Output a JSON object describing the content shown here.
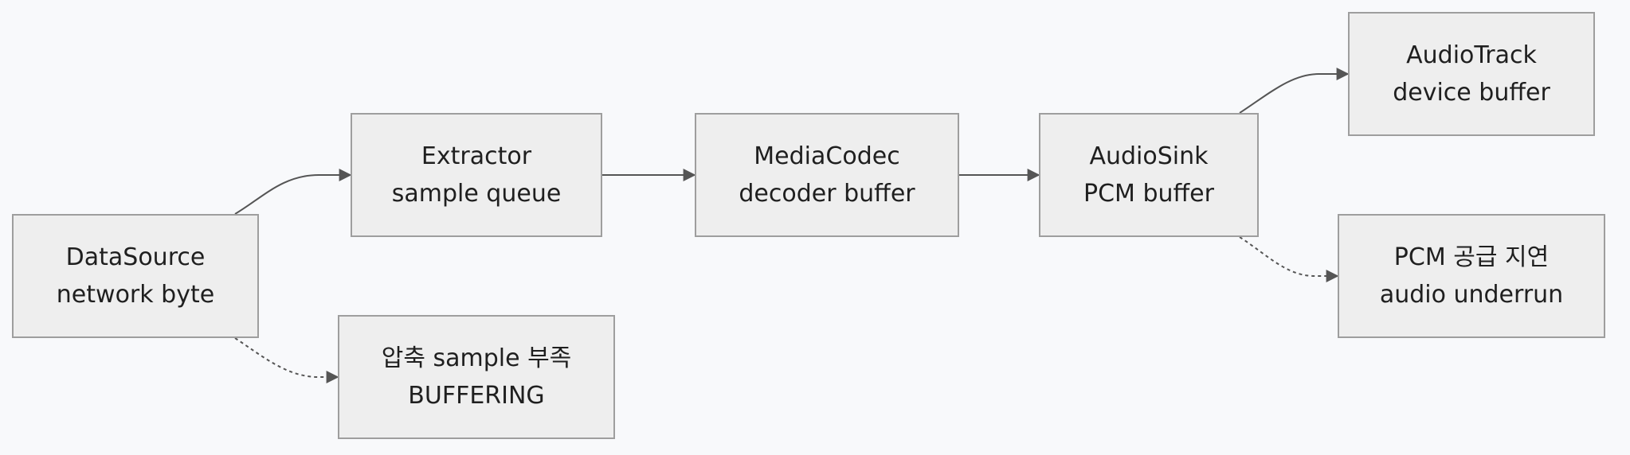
{
  "colors": {
    "background": "#f8f9fb",
    "node_fill": "#eeeeee",
    "node_border": "#9e9e9e",
    "edge": "#555555",
    "text": "#1f1f1f"
  },
  "nodes": {
    "datasource": {
      "line1": "DataSource",
      "line2": "network byte"
    },
    "extractor": {
      "line1": "Extractor",
      "line2": "sample queue"
    },
    "buffering": {
      "line1": "압축 sample 부족",
      "line2": "BUFFERING"
    },
    "mediacodec": {
      "line1": "MediaCodec",
      "line2": "decoder buffer"
    },
    "audiosink": {
      "line1": "AudioSink",
      "line2": "PCM buffer"
    },
    "audiotrack": {
      "line1": "AudioTrack",
      "line2": "device buffer"
    },
    "underrun": {
      "line1": "PCM 공급 지연",
      "line2": "audio underrun"
    }
  },
  "edges": [
    {
      "from": "datasource",
      "to": "extractor",
      "style": "solid"
    },
    {
      "from": "datasource",
      "to": "buffering",
      "style": "dashed"
    },
    {
      "from": "extractor",
      "to": "mediacodec",
      "style": "solid"
    },
    {
      "from": "mediacodec",
      "to": "audiosink",
      "style": "solid"
    },
    {
      "from": "audiosink",
      "to": "audiotrack",
      "style": "solid"
    },
    {
      "from": "audiosink",
      "to": "underrun",
      "style": "dashed"
    }
  ]
}
